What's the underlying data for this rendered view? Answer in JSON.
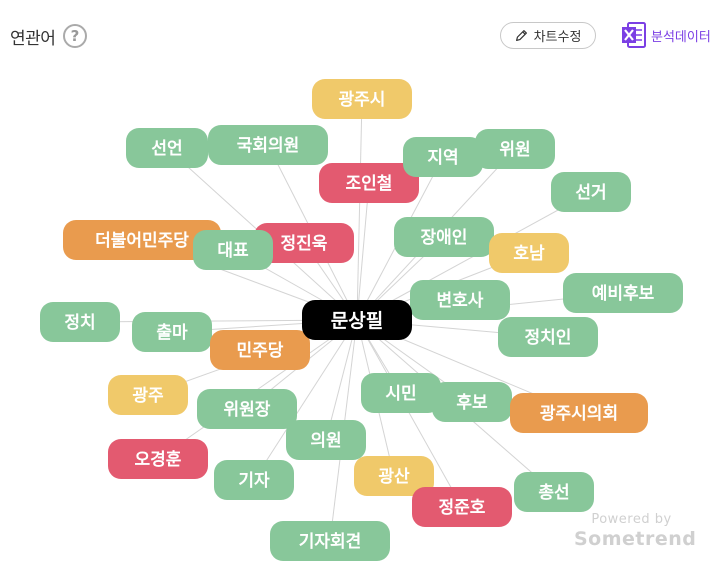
{
  "header": {
    "title": "연관어",
    "help_icon": "question-circle-icon",
    "edit_chart_label": "차트수정",
    "edit_icon": "pencil-icon",
    "analysis_data_label": "분석데이터",
    "excel_icon": "excel-x-icon"
  },
  "colors": {
    "green": "#88c79a",
    "yellow": "#f0c96a",
    "orange": "#e99b4e",
    "red": "#e35a70",
    "center": "#000000",
    "link": "#d4d4d4",
    "excel_accent": "#7b3fe4"
  },
  "center": "문상필",
  "keywords": [
    {
      "label": "광주시",
      "color": "yellow"
    },
    {
      "label": "선언",
      "color": "green"
    },
    {
      "label": "국회의원",
      "color": "green"
    },
    {
      "label": "조인철",
      "color": "red"
    },
    {
      "label": "지역",
      "color": "green"
    },
    {
      "label": "위원",
      "color": "green"
    },
    {
      "label": "선거",
      "color": "green"
    },
    {
      "label": "더불어민주당",
      "color": "orange"
    },
    {
      "label": "정진욱",
      "color": "red"
    },
    {
      "label": "대표",
      "color": "green"
    },
    {
      "label": "장애인",
      "color": "green"
    },
    {
      "label": "호남",
      "color": "yellow"
    },
    {
      "label": "예비후보",
      "color": "green"
    },
    {
      "label": "변호사",
      "color": "green"
    },
    {
      "label": "정치",
      "color": "green"
    },
    {
      "label": "출마",
      "color": "green"
    },
    {
      "label": "정치인",
      "color": "green"
    },
    {
      "label": "민주당",
      "color": "orange"
    },
    {
      "label": "광주",
      "color": "yellow"
    },
    {
      "label": "시민",
      "color": "green"
    },
    {
      "label": "후보",
      "color": "green"
    },
    {
      "label": "광주시의회",
      "color": "orange"
    },
    {
      "label": "위원장",
      "color": "green"
    },
    {
      "label": "의원",
      "color": "green"
    },
    {
      "label": "오경훈",
      "color": "red"
    },
    {
      "label": "기자",
      "color": "green"
    },
    {
      "label": "광산",
      "color": "yellow"
    },
    {
      "label": "총선",
      "color": "green"
    },
    {
      "label": "정준호",
      "color": "red"
    },
    {
      "label": "기자회견",
      "color": "green"
    }
  ],
  "watermark": {
    "line1": "Powered by",
    "line2": "Sometrend"
  }
}
